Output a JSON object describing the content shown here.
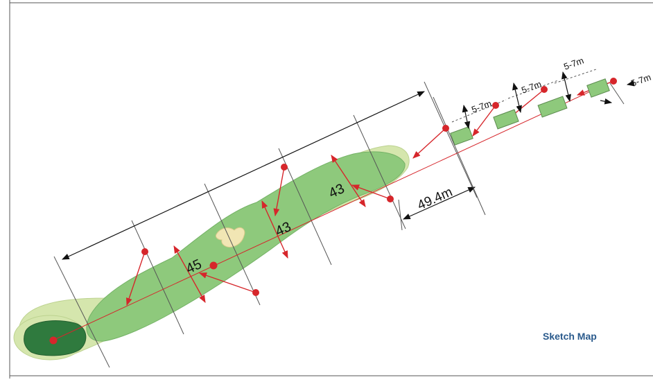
{
  "map": {
    "title": "Sketch Map"
  },
  "fairway_widths": [
    {
      "value": "45"
    },
    {
      "value": "43"
    },
    {
      "value": "43"
    }
  ],
  "tee_spacing": [
    {
      "value": "5-7m"
    },
    {
      "value": "5-7m"
    },
    {
      "value": "5-7m"
    },
    {
      "value": "5-7m"
    }
  ],
  "tee_to_fairway_distance": "49.4m",
  "colors": {
    "rough": "#d5e6ad",
    "fairway": "#8ec97c",
    "fairway_edge": "#a9d48e",
    "green": "#2f7a3e",
    "green_surround": "#d5e6ad",
    "bunker": "#f1e6b4",
    "tee_box": "#8ec97c",
    "marker": "#d6262b",
    "title": "#2a5a8c"
  }
}
